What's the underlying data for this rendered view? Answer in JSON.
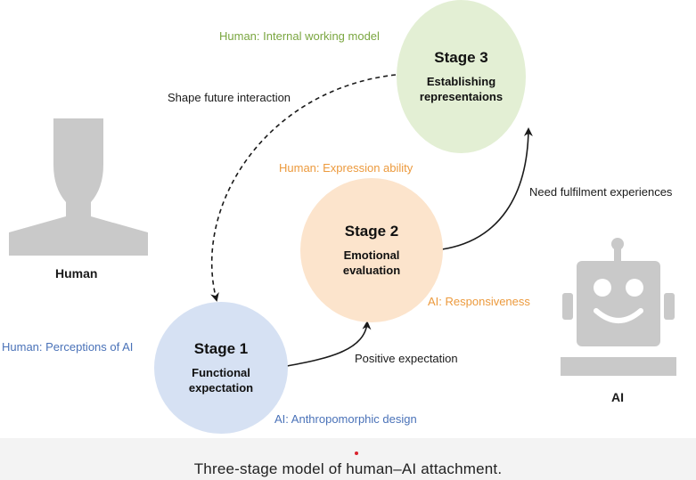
{
  "stages": [
    {
      "title": "Stage 1",
      "subtitle_lines": [
        "Functional",
        "expectation"
      ],
      "color": "#d6e1f3"
    },
    {
      "title": "Stage 2",
      "subtitle_lines": [
        "Emotional",
        "evaluation"
      ],
      "color": "#fce4cc"
    },
    {
      "title": "Stage 3",
      "subtitle_lines": [
        "Establishing",
        "representaions"
      ],
      "color": "#e3efd4"
    }
  ],
  "actors": {
    "human_label": "Human",
    "ai_label": "AI",
    "figure_color": "#c9c9c9"
  },
  "annotations": {
    "human_internal_model": "Human: Internal working model",
    "shape_future": "Shape future interaction",
    "human_expression": "Human: Expression ability",
    "need_fulfilment": "Need fulfilment experiences",
    "ai_responsiveness": "AI: Responsiveness",
    "human_perceptions": "Human: Perceptions of AI",
    "positive_expectation": "Positive expectation",
    "ai_anthropomorphic": "AI: Anthropomorphic design"
  },
  "colors": {
    "green_text": "#7aa640",
    "orange_text": "#ec9a3d",
    "blue_text": "#4a72b8",
    "accent_dot": "#d9232d"
  },
  "caption": "Three-stage model of human–AI attachment."
}
